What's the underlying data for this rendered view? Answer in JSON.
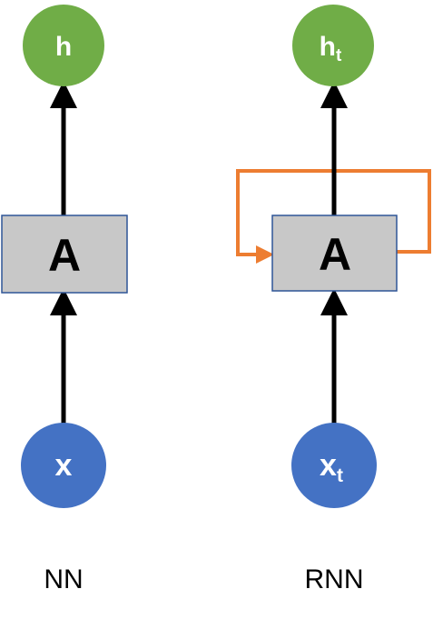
{
  "colors": {
    "output_node": "#70AD47",
    "input_node": "#4472C4",
    "box_fill": "#C8C8C8",
    "box_stroke": "#2F5597",
    "arrow": "#000000",
    "loop": "#ED7D31"
  },
  "nn": {
    "output": {
      "base": "h",
      "sub": ""
    },
    "cell": "A",
    "input": {
      "base": "x",
      "sub": ""
    },
    "caption": "NN"
  },
  "rnn": {
    "output": {
      "base": "h",
      "sub": "t"
    },
    "cell": "A",
    "input": {
      "base": "x",
      "sub": "t"
    },
    "caption": "RNN"
  }
}
